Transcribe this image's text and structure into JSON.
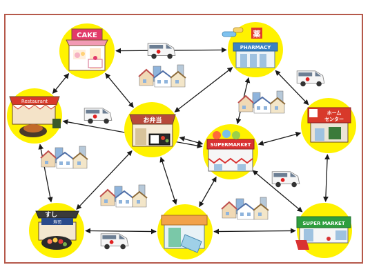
{
  "colors": {
    "node_fill": "#fff200",
    "frame": "#b5584a",
    "arrow": "#1a1a1a",
    "van": "#f4f4f4",
    "van_logo": "#e02020",
    "supermarket_green": "#2e9e3e",
    "supermarket_red": "#d93232"
  },
  "nodes": [
    {
      "id": "cake",
      "label": "CAKE",
      "icon": "cake-shop-icon"
    },
    {
      "id": "pharmacy",
      "label": "PHARMACY",
      "kanji": "薬",
      "icon": "pharmacy-icon"
    },
    {
      "id": "restaurant",
      "label": "Restaurant",
      "icon": "restaurant-icon"
    },
    {
      "id": "bento",
      "label": "お弁当",
      "icon": "bento-shop-icon"
    },
    {
      "id": "supermarket1",
      "label": "SUPERMARKET",
      "icon": "supermarket-icon"
    },
    {
      "id": "homecenter",
      "label_line1": "ホーム",
      "label_line2": "センター",
      "icon": "home-center-icon"
    },
    {
      "id": "sushi",
      "label": "すし",
      "sublabel": "寿司",
      "icon": "sushi-shop-icon"
    },
    {
      "id": "drugstore",
      "label": "",
      "icon": "drugstore-icon"
    },
    {
      "id": "supermarket2",
      "label": "SUPER MARKET",
      "icon": "supermarket-icon"
    }
  ],
  "connections": [
    [
      "cake",
      "pharmacy"
    ],
    [
      "cake",
      "restaurant"
    ],
    [
      "cake",
      "bento"
    ],
    [
      "pharmacy",
      "bento"
    ],
    [
      "pharmacy",
      "supermarket1"
    ],
    [
      "pharmacy",
      "homecenter"
    ],
    [
      "restaurant",
      "sushi"
    ],
    [
      "bento",
      "supermarket1"
    ],
    [
      "bento",
      "sushi"
    ],
    [
      "bento",
      "drugstore"
    ],
    [
      "supermarket1",
      "homecenter"
    ],
    [
      "supermarket1",
      "supermarket2"
    ],
    [
      "supermarket1",
      "drugstore"
    ],
    [
      "sushi",
      "drugstore"
    ],
    [
      "drugstore",
      "supermarket2"
    ],
    [
      "homecenter",
      "supermarket2"
    ],
    [
      "restaurant",
      "supermarket1"
    ]
  ]
}
